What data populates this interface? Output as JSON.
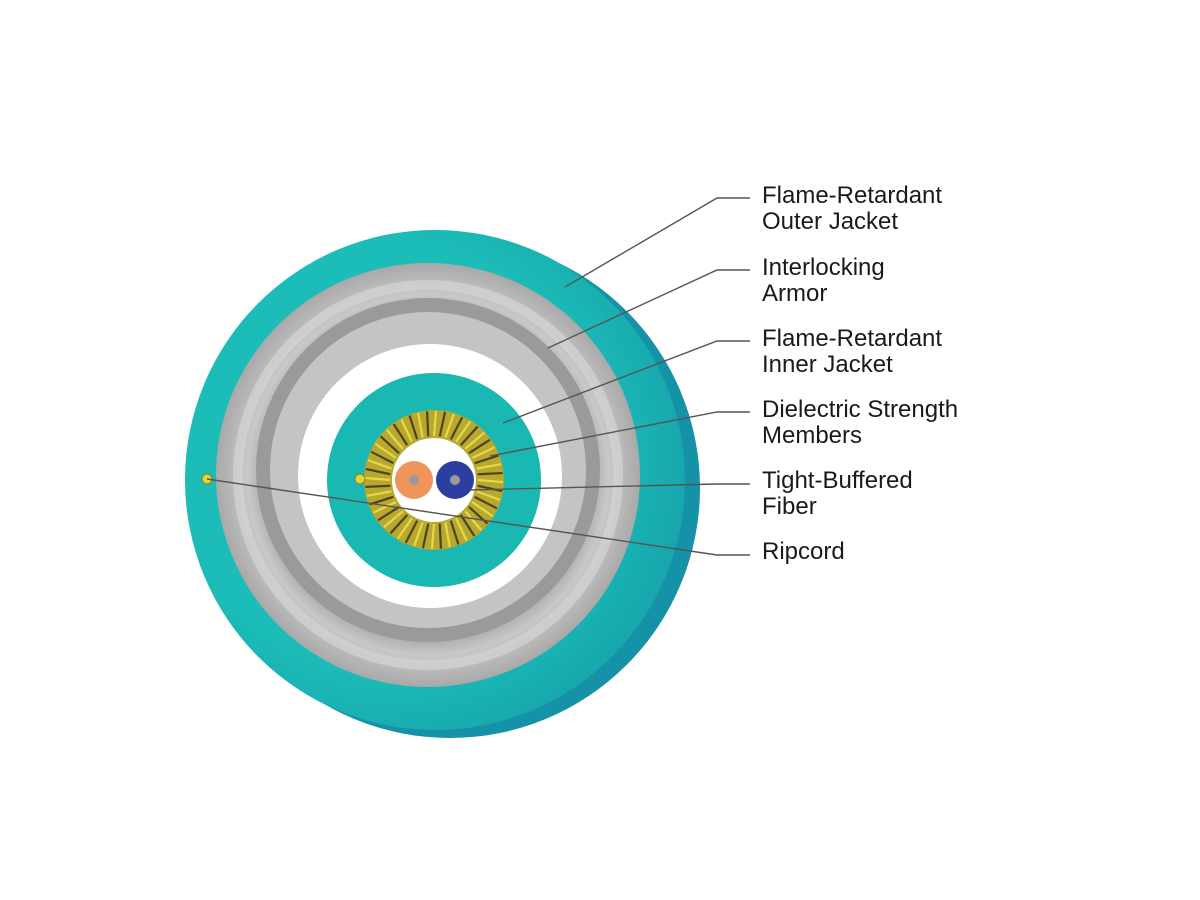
{
  "colors": {
    "jacket": "#1ab8b3",
    "jacket_dark": "#1591a8",
    "armor": "#b9b9b9",
    "inner_jacket": "#ffffff",
    "core_jacket": "#1ab8b3",
    "strength_members": "#c9b93a",
    "fiber_orange": "#f0955a",
    "fiber_blue": "#2d3ea0",
    "ripcord": "#e4d43a",
    "leader": "#555555"
  },
  "labels": {
    "outer_jacket": {
      "line1": "Flame-Retardant",
      "line2": "Outer Jacket"
    },
    "armor": {
      "line1": "Interlocking",
      "line2": "Armor"
    },
    "inner_jacket": {
      "line1": "Flame-Retardant",
      "line2": "Inner Jacket"
    },
    "strength": {
      "line1": "Dielectric Strength",
      "line2": "Members"
    },
    "fiber": {
      "line1": "Tight-Buffered",
      "line2": "Fiber"
    },
    "ripcord": {
      "line1": "Ripcord"
    }
  }
}
